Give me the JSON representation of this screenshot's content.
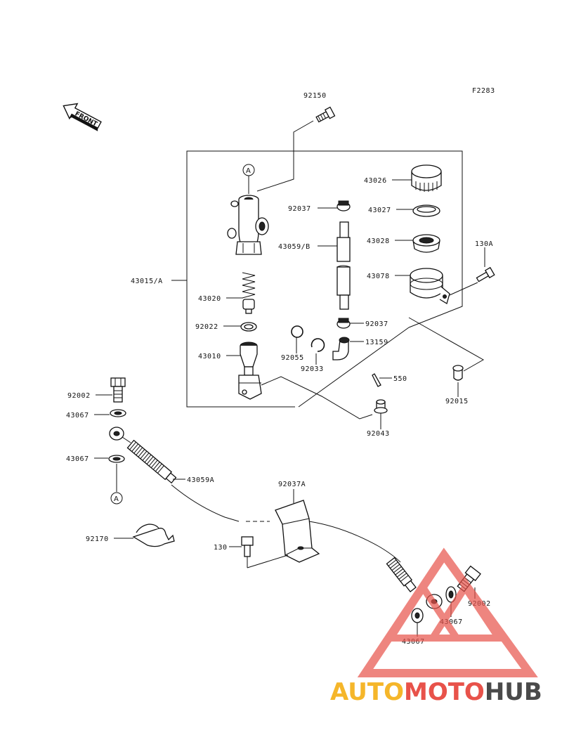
{
  "figure_code": "F2283",
  "front_label": "FRONT",
  "callout_letter": "A",
  "parts": {
    "p92150": "92150",
    "p43026": "43026",
    "p92037_top": "92037",
    "p43027": "43027",
    "p43028": "43028",
    "p43059b": "43059/B",
    "p130a": "130A",
    "p43078": "43078",
    "p43015a": "43015/A",
    "p43020": "43020",
    "p92022": "92022",
    "p92037_mid": "92037",
    "p13159": "13159",
    "p92055": "92055",
    "p92033": "92033",
    "p43010": "43010",
    "p550": "550",
    "p92015": "92015",
    "p92043": "92043",
    "p92002_left": "92002",
    "p43067_a": "43067",
    "p43067_b": "43067",
    "p43059a": "43059A",
    "p92037a": "92037A",
    "p92170": "92170",
    "p130": "130",
    "p92002_right": "92002",
    "p43067_c": "43067",
    "p43067_d": "43067"
  },
  "watermark": {
    "part1": "AUTO",
    "part2": "MOTO",
    "part3": "HUB",
    "color1": "#f5b62a",
    "color2": "#e8524a",
    "color3": "#4a4a4a",
    "logo_color": "#e8524a"
  }
}
